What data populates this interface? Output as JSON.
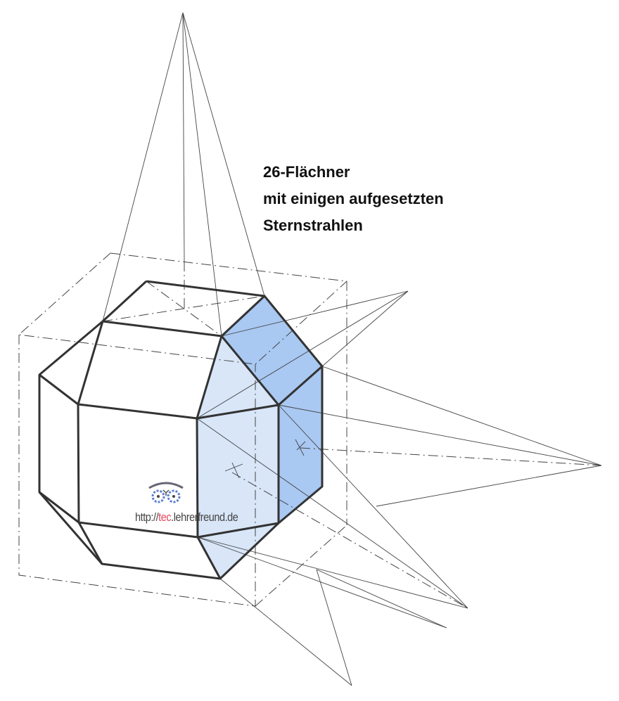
{
  "title": {
    "lines": [
      "26-Flächner",
      "mit einigen aufgesetzten",
      "Sternstrahlen"
    ]
  },
  "watermark": {
    "prefix": "http://",
    "highlight": "tec",
    "suffix": ".lehrerfreund.de"
  },
  "colors": {
    "face_dark": "#a9c8f2",
    "face_light": "#d8e6f8",
    "edge": "#333333",
    "construction": "#444444",
    "watermark_accent": "#e8475c"
  }
}
